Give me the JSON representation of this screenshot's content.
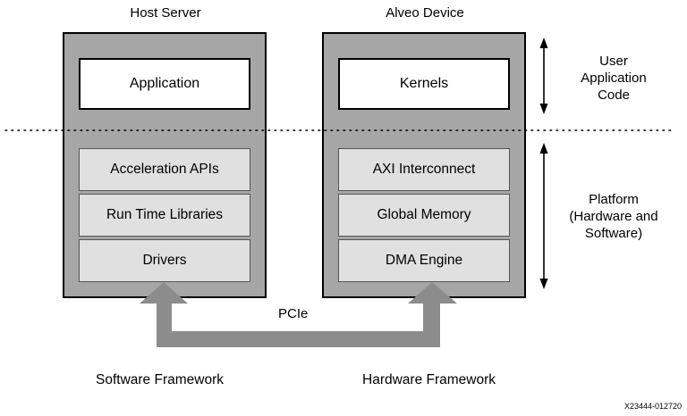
{
  "host": {
    "title": "Host Server",
    "application": "Application",
    "layers": [
      "Acceleration APIs",
      "Run Time Libraries",
      "Drivers"
    ]
  },
  "device": {
    "title": "Alveo Device",
    "kernels": "Kernels",
    "layers": [
      "AXI Interconnect",
      "Global Memory",
      "DMA Engine"
    ]
  },
  "right_labels": {
    "user": [
      "User",
      "Application",
      "Code"
    ],
    "platform": [
      "Platform",
      "(Hardware and",
      "Software)"
    ]
  },
  "connection": {
    "label": "PCIe"
  },
  "footer": {
    "software": "Software Framework",
    "hardware": "Hardware Framework",
    "figure_code": "X23444-012720"
  },
  "colors": {
    "panel": "#a6a6a6",
    "layer": "#e0e0e0",
    "arrow": "#8c8c8c"
  }
}
